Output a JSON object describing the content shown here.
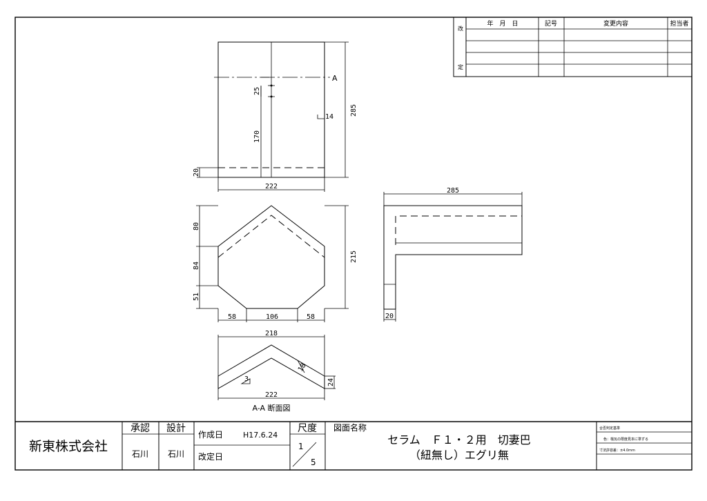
{
  "revision_table": {
    "side_label_top": "改",
    "side_label_bottom": "定",
    "headers": [
      "年　月　日",
      "記号",
      "変更内容",
      "担当者"
    ]
  },
  "front_view": {
    "section_mark": "A",
    "dims": {
      "d25": "25",
      "d170": "170",
      "d14": "14",
      "d285": "285",
      "d20": "20",
      "d222": "222"
    }
  },
  "plan_view": {
    "dims": {
      "d80": "80",
      "d84": "84",
      "d51": "51",
      "d215": "215",
      "d58a": "58",
      "d106": "106",
      "d58b": "58"
    }
  },
  "side_view": {
    "dims": {
      "d285": "285",
      "d20": "20"
    }
  },
  "section_view": {
    "dims": {
      "d218": "218",
      "d18": "18",
      "d3": "3",
      "d24": "24",
      "d222": "222"
    },
    "title": "A-A 断面図"
  },
  "title_block": {
    "company": "新東株式会社",
    "approval_label": "承認",
    "approval_name": "石川",
    "design_label": "設計",
    "design_name": "石川",
    "created_label": "作成日",
    "created_date": "H17.6.24",
    "revised_label": "改定日",
    "revised_date": "",
    "scale_label": "尺度",
    "scale_num": "1",
    "scale_den": "5",
    "drawing_name_label": "図面名称",
    "drawing_name_line1": "セラム　Ｆ１・２用　切妻巴",
    "drawing_name_line2": "（紐無し）エグリ無",
    "criteria_title": "合否判定基準",
    "criteria_color": "色：桟瓦の限度見本に準ずる",
    "criteria_tolerance": "寸法許容差：±4.0mm"
  }
}
